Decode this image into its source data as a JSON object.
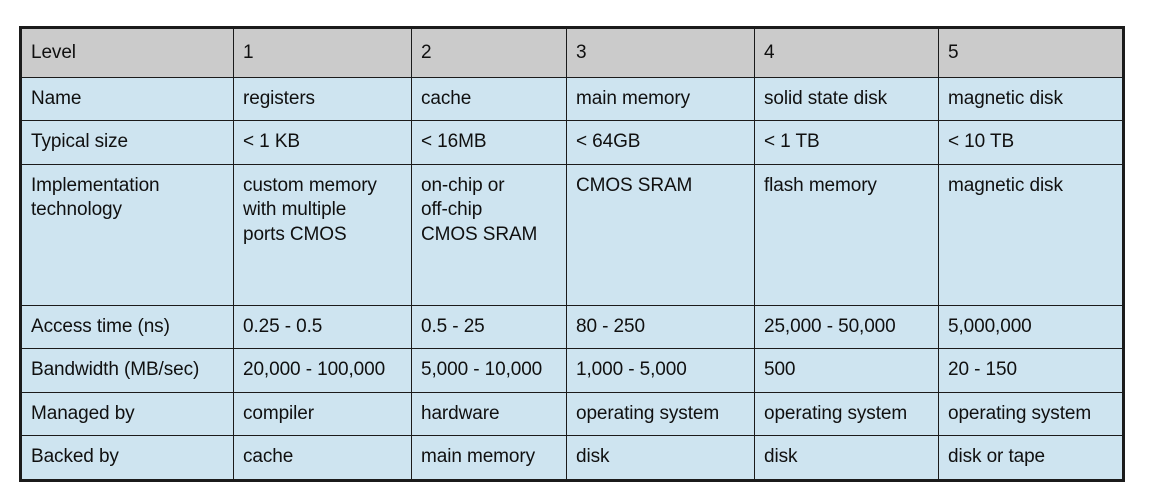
{
  "table": {
    "name": "memory-hierarchy-table",
    "header_background": "#cbcbcb",
    "body_background": "#cee4f0",
    "border_color": "#1b1b1b",
    "headers": [
      "Level",
      "1",
      "2",
      "3",
      "4",
      "5"
    ],
    "rows": [
      {
        "label": "Name",
        "values": [
          "registers",
          "cache",
          "main memory",
          "solid state disk",
          "magnetic disk"
        ]
      },
      {
        "label": "Typical size",
        "values": [
          "< 1 KB",
          "< 16MB",
          "< 64GB",
          "< 1 TB",
          "< 10 TB"
        ]
      },
      {
        "label": "Implementation technology",
        "label_lines": [
          "Implementation",
          "technology"
        ],
        "values": [
          "custom memory with multiple ports CMOS",
          "on-chip or off-chip CMOS SRAM",
          "CMOS SRAM",
          "flash memory",
          "magnetic disk"
        ],
        "value_lines": [
          [
            "custom memory",
            "with multiple",
            "ports CMOS"
          ],
          [
            "on-chip or",
            "off-chip",
            "CMOS SRAM"
          ],
          [
            "CMOS SRAM"
          ],
          [
            "flash memory"
          ],
          [
            "magnetic disk"
          ]
        ]
      },
      {
        "label": "Access time (ns)",
        "values": [
          "0.25 - 0.5",
          "0.5 - 25",
          "80 - 250",
          "25,000 - 50,000",
          "5,000,000"
        ]
      },
      {
        "label": "Bandwidth (MB/sec)",
        "values": [
          "20,000 - 100,000",
          "5,000 - 10,000",
          "1,000 - 5,000",
          "500",
          "20 - 150"
        ]
      },
      {
        "label": "Managed by",
        "values": [
          "compiler",
          "hardware",
          "operating system",
          "operating system",
          "operating system"
        ]
      },
      {
        "label": "Backed by",
        "values": [
          "cache",
          "main memory",
          "disk",
          "disk",
          "disk or tape"
        ]
      }
    ]
  }
}
